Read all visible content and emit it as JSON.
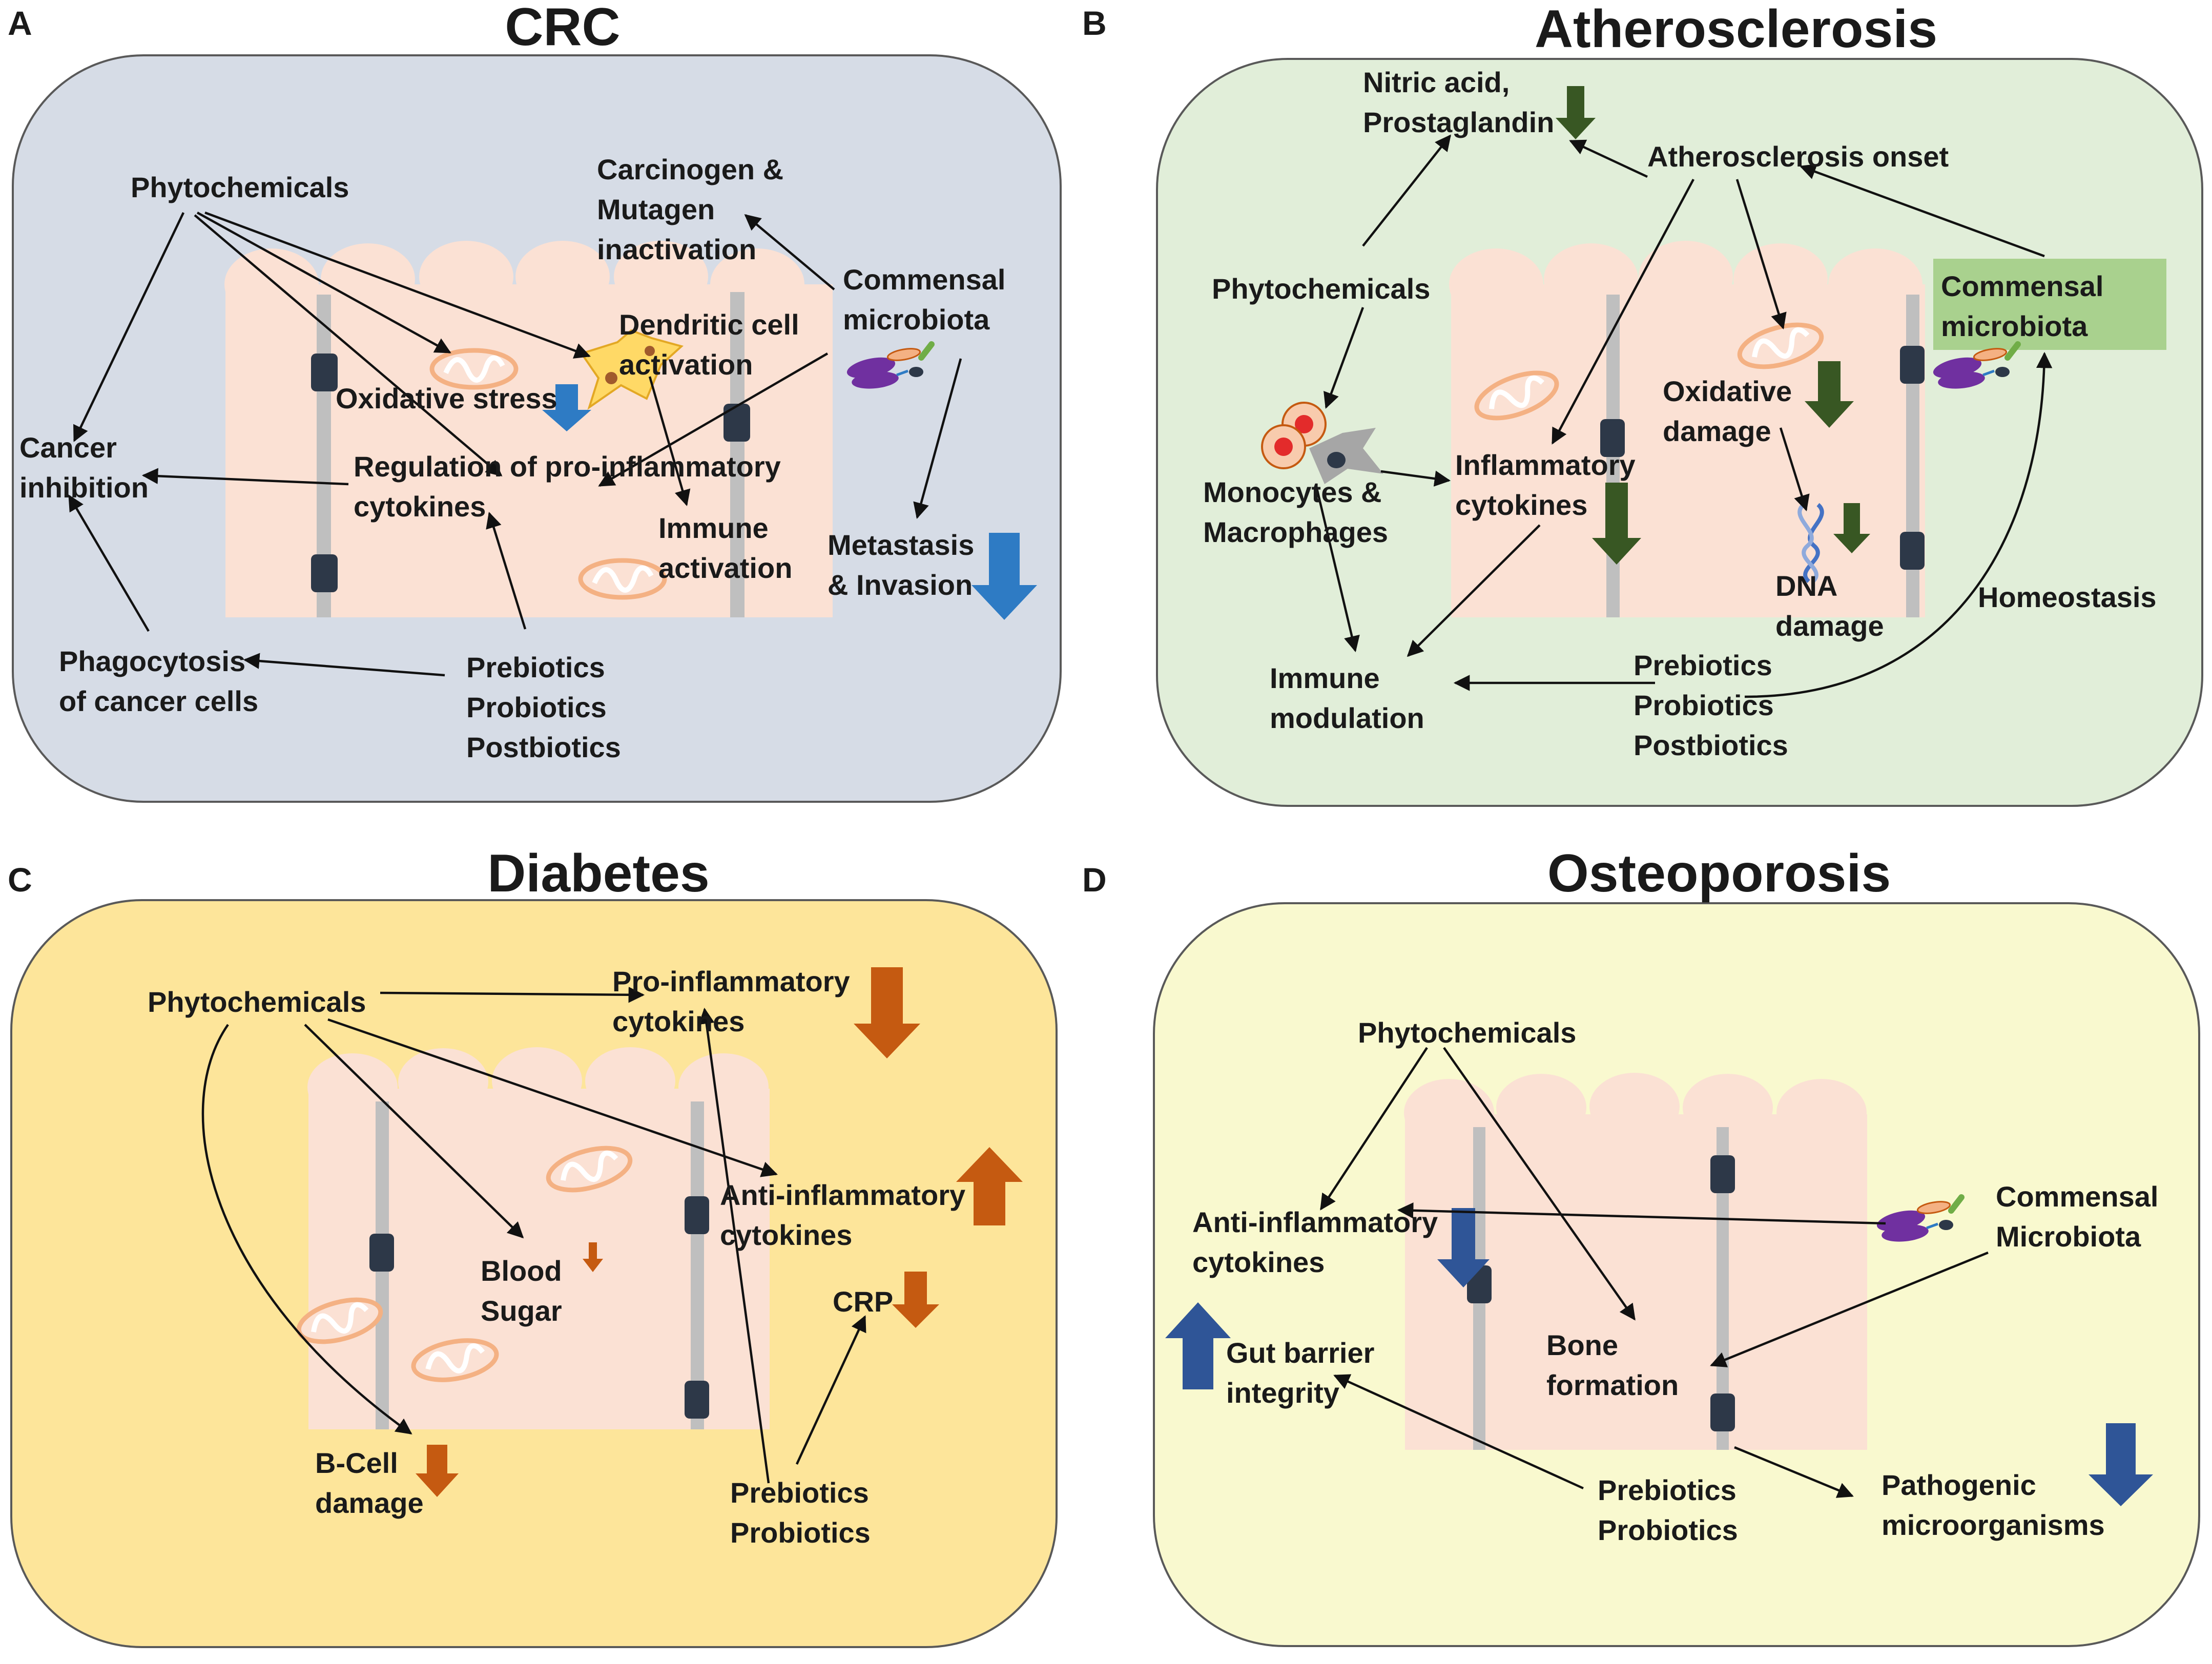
{
  "panels": {
    "a": {
      "letter": "A",
      "title": "CRC",
      "labels": {
        "phytochemicals": "Phytochemicals",
        "carcinogen_1": "Carcinogen &",
        "carcinogen_2": "Mutagen",
        "carcinogen_3": "inactivation",
        "commensal_1": "Commensal",
        "commensal_2": "microbiota",
        "dendritic_1": "Dendritic cell",
        "dendritic_2": "activation",
        "oxidative": "Oxidative stress",
        "cancer_inhibition_1": "Cancer",
        "cancer_inhibition_2": "inhibition",
        "regulation_1": "Regulation of pro-inflammatory",
        "regulation_2": "cytokines",
        "immune_1": "Immune",
        "immune_2": "activation",
        "metastasis_1": "Metastasis",
        "metastasis_2": "& Invasion",
        "phagocytosis_1": "Phagocytosis",
        "phagocytosis_2": "of cancer cells",
        "biotics_1": "Prebiotics",
        "biotics_2": "Probiotics",
        "biotics_3": "Postbiotics"
      }
    },
    "b": {
      "letter": "B",
      "title": "Atherosclerosis",
      "labels": {
        "nitric_1": "Nitric acid,",
        "nitric_2": "Prostaglandin",
        "onset": "Atherosclerosis onset",
        "phytochemicals": "Phytochemicals",
        "commensal_1": "Commensal",
        "commensal_2": "microbiota",
        "oxidative_1": "Oxidative",
        "oxidative_2": "damage",
        "monocytes_1": "Monocytes &",
        "monocytes_2": "Macrophages",
        "inflammatory_1": "Inflammatory",
        "inflammatory_2": "cytokines",
        "dna_1": "DNA",
        "dna_2": "damage",
        "homeostasis": "Homeostasis",
        "immune_1": "Immune",
        "immune_2": "modulation",
        "biotics_1": "Prebiotics",
        "biotics_2": "Probiotics",
        "biotics_3": "Postbiotics"
      }
    },
    "c": {
      "letter": "C",
      "title": "Diabetes",
      "labels": {
        "phytochemicals": "Phytochemicals",
        "pro_1": "Pro-inflammatory",
        "pro_2": "cytokines",
        "anti_1": "Anti-inflammatory",
        "anti_2": "cytokines",
        "sugar_1": "Blood",
        "sugar_2": "Sugar",
        "crp": "CRP",
        "bcell_1": "B-Cell",
        "bcell_2": "damage",
        "biotics_1": "Prebiotics",
        "biotics_2": "Probiotics"
      }
    },
    "d": {
      "letter": "D",
      "title": "Osteoporosis",
      "labels": {
        "phytochemicals": "Phytochemicals",
        "anti_1": "Anti-inflammatory",
        "anti_2": "cytokines",
        "commensal_1": "Commensal",
        "commensal_2": "Microbiota",
        "gut_1": "Gut barrier",
        "gut_2": "integrity",
        "bone_1": "Bone",
        "bone_2": "formation",
        "biotics_1": "Prebiotics",
        "biotics_2": "Probiotics",
        "pathogenic_1": "Pathogenic",
        "pathogenic_2": "microorganisms"
      }
    }
  },
  "colors": {
    "panel_a_bg": "#d6dce6",
    "panel_b_bg": "#e1eed9",
    "panel_c_bg": "#fde59a",
    "panel_d_bg": "#f9f9cf",
    "epithelium": "#fbe1d4",
    "junction": "#2d3848",
    "blue_arrow": "#2e7bc4",
    "green_arrow": "#385723",
    "orange_arrow": "#c55a11",
    "navy_arrow": "#2f5597",
    "microbiota_box": "#a9d18e"
  }
}
